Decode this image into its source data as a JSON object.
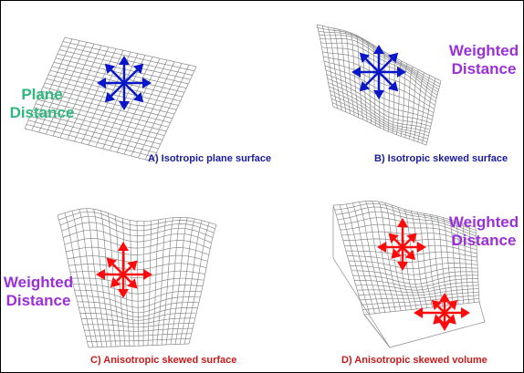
{
  "panels": [
    {
      "id": "A",
      "side_label_line1": "Plane",
      "side_label_line2": "Distance",
      "caption": "A) Isotropic plane surface"
    },
    {
      "id": "B",
      "side_label_line1": "Weighted",
      "side_label_line2": "Distance",
      "caption": "B) Isotropic skewed surface"
    },
    {
      "id": "C",
      "side_label_line1": "Weighted",
      "side_label_line2": "Distance",
      "caption": "C) Anisotropic skewed surface"
    },
    {
      "id": "D",
      "side_label_line1": "Weighted",
      "side_label_line2": "Distance",
      "caption": "D) Anisotropic skewed volume"
    }
  ],
  "colors": {
    "plane_label": "#2fb87e",
    "weighted_label": "#9b2fd9",
    "blue_caption": "#1a1aa0",
    "red_caption": "#c81a1a",
    "blue_arrow": "#0a17c8",
    "red_arrow": "#ff0a0a",
    "mesh": "#8a8a8a"
  }
}
